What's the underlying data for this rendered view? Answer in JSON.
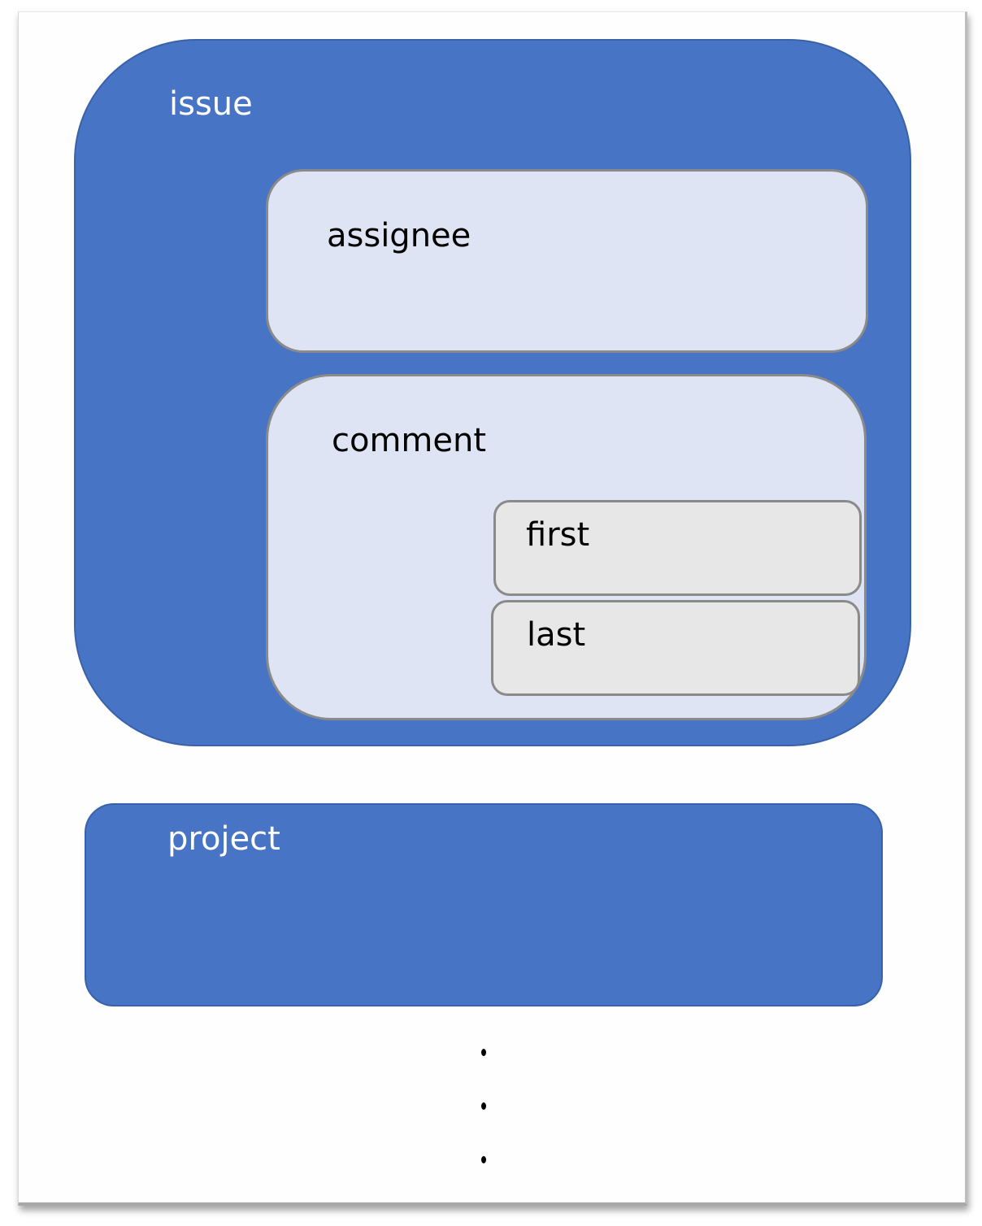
{
  "diagram": {
    "type": "nested-entity-boxes",
    "colors": {
      "outer_fill": "#4874c5",
      "inner_fill": "#dee4f3",
      "leaf_fill": "#e7e7e7",
      "border_grey": "#8a8a8a",
      "background": "#ffffff"
    },
    "issue": {
      "label": "issue",
      "children": {
        "assignee": {
          "label": "assignee"
        },
        "comment": {
          "label": "comment",
          "children": {
            "first": {
              "label": "first"
            },
            "last": {
              "label": "last"
            }
          }
        }
      }
    },
    "project": {
      "label": "project"
    },
    "continuation": {
      "dots": 3
    }
  }
}
